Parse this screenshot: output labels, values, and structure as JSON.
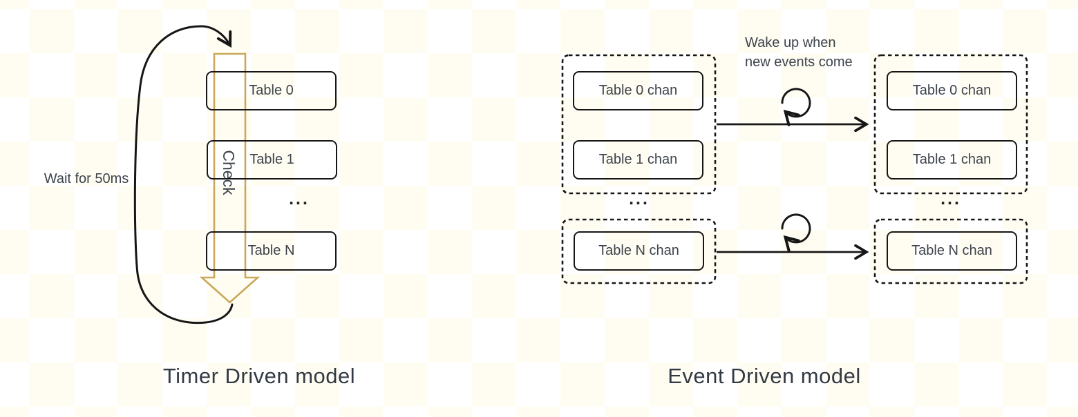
{
  "colors": {
    "background_cream": "#fffdf2",
    "background_white": "#ffffff",
    "ink": "#161616",
    "text": "#3d434c",
    "title": "#333a44",
    "accent_gold": "#c9a85a"
  },
  "left_panel": {
    "title": "Timer Driven model",
    "wait_label": "Wait for 50ms",
    "check_label": "Check",
    "tables": [
      "Table 0",
      "Table 1",
      "Table N"
    ],
    "ellipsis": "..."
  },
  "right_panel": {
    "title": "Event Driven model",
    "wake_label_line1": "Wake up when",
    "wake_label_line2": "new events come",
    "ellipsis_left": "...",
    "ellipsis_right": "...",
    "left_groups": [
      {
        "boxes": [
          "Table 0 chan",
          "Table 1 chan"
        ]
      },
      {
        "boxes": [
          "Table N chan"
        ]
      }
    ],
    "right_groups": [
      {
        "boxes": [
          "Table 0 chan",
          "Table 1 chan"
        ]
      },
      {
        "boxes": [
          "Table N chan"
        ]
      }
    ]
  }
}
